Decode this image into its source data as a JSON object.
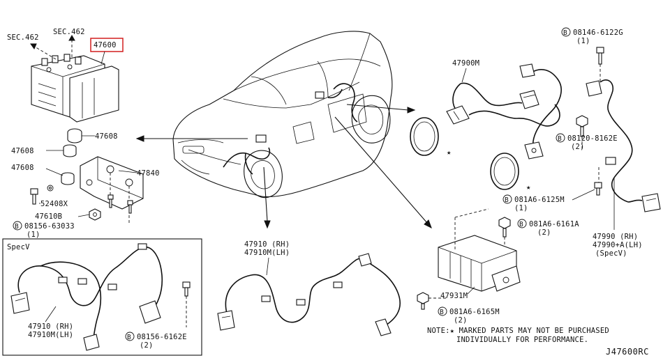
{
  "labels": {
    "sec462_left": "SEC.462",
    "sec462_top": "SEC.462",
    "abs_actuator": "47600",
    "bracket_upper": "47608",
    "grommet_left": "47608",
    "grommet_left2": "47608",
    "bracket": "47840",
    "bolt": "52408X",
    "nut": "47610B",
    "bolt_08156_63033": "08156-63033",
    "bolt_08156_63033_qty": "(1)",
    "spec_v": "SpecV",
    "specv_sensor_rh": "47910 (RH)",
    "specv_sensor_lh": "47910M(LH)",
    "specv_bolt": "08156-6162E",
    "specv_bolt_qty": "(2)",
    "front_sensor_rh": "47910 (RH)",
    "front_sensor_lh": "47910M(LH)",
    "rear_sensor": "47900M",
    "bolt_08146": "08146-6122G",
    "bolt_08146_qty": "(1)",
    "bolt_08120": "08120-8162E",
    "bolt_08120_qty": "(2)",
    "bolt_081a6_6125m": "081A6-6125M",
    "bolt_081a6_6125m_qty": "(1)",
    "bolt_081a6_6161a": "081A6-6161A",
    "bolt_081a6_6161a_qty": "(2)",
    "rear_sensor_rh": "47990 (RH)",
    "rear_sensor_lh": "47990+A(LH)",
    "rear_sensor_spec": "(SpecV)",
    "yaw_sensor": "47931M",
    "bolt_081a6_6165m": "081A6-6165M",
    "bolt_081a6_6165m_qty": "(2)",
    "note_line1": "NOTE:★ MARKED PARTS MAY NOT BE PURCHASED",
    "note_line2": "INDIVIDUALLY FOR PERFORMANCE.",
    "diagram_code": "J47600RC",
    "bolt_marker": "B"
  },
  "colors": {
    "highlight": "#d21f1f",
    "line": "#111111",
    "background": "#ffffff"
  }
}
